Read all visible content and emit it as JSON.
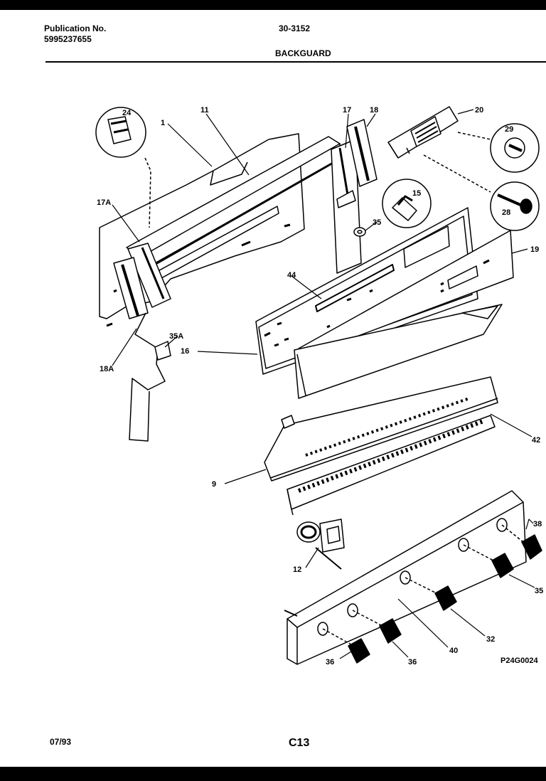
{
  "header": {
    "publication_label": "Publication No.",
    "publication_number": "5995237655",
    "model_code": "30-3152",
    "section_title": "BACKGUARD"
  },
  "footer": {
    "date": "07/93",
    "page_code": "C13"
  },
  "diagram": {
    "drawing_number": "P24G0024",
    "callouts": {
      "c1": "1",
      "c11": "11",
      "c17": "17",
      "c18": "18",
      "c20": "20",
      "c24": "24",
      "c29": "29",
      "c28": "28",
      "c15": "15",
      "c35": "35",
      "c19": "19",
      "c17a": "17A",
      "c44": "44",
      "c35a": "35A",
      "c16": "16",
      "c18a": "18A",
      "c42": "42",
      "c9": "9",
      "c38a": "38",
      "c12": "12",
      "c35b": "35",
      "c32": "32",
      "c40": "40",
      "c36a": "36",
      "c36b": "36"
    }
  }
}
